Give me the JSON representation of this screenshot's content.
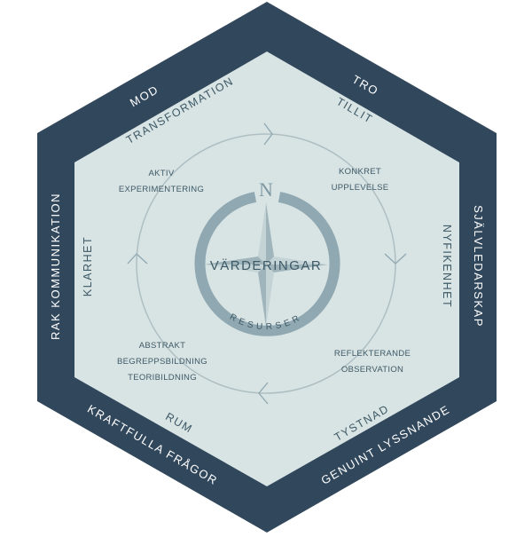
{
  "colors": {
    "frame": "#31475c",
    "panel": "#d8e3e4",
    "ring": "#8fa8b1",
    "text": "#3e5a66"
  },
  "outer_labels": {
    "top_left": "MOD",
    "top_right": "TRO",
    "right": "SJÄLVLEDARSKAP",
    "bottom_right": "GENUINT  LYSSNANDE",
    "bottom_left": "KRAFTFULLA FRÅGOR",
    "left": "RAK KOMMUNIKATION"
  },
  "inner_labels": {
    "top_left": "TRANSFORMATION",
    "top_right": "TILLIT",
    "right": "NYFIKENHET",
    "bottom_right": "TYSTNAD",
    "bottom_left": "RUM",
    "left": "KLARHET"
  },
  "cycle": {
    "concrete": [
      "KONKRET",
      "UPPLEVELSE"
    ],
    "reflective": [
      "REFLEKTERANDE",
      "OBSERVATION"
    ],
    "abstract": [
      "ABSTRAKT",
      "BEGREPPSBILDNING",
      "TEORIBILDNING"
    ],
    "active": [
      "AKTIV",
      "EXPERIMENTERING"
    ]
  },
  "compass": {
    "north": "N",
    "center": "VÄRDERINGAR",
    "ring": "RESURSER"
  }
}
